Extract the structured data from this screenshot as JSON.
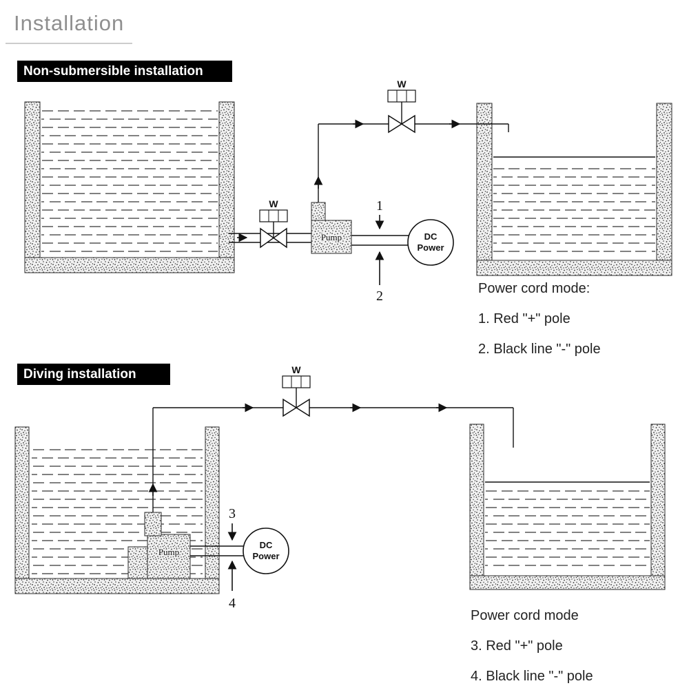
{
  "title": "Installation",
  "colors": {
    "background": "#ffffff",
    "title": "#8f8f8f",
    "label_bg": "#000000",
    "label_text": "#ffffff",
    "diagram_line": "#111111",
    "note_text": "#222222"
  },
  "sections": [
    {
      "label": "Non-submersible installation",
      "diagram": {
        "outlet_valve_label": "W",
        "inlet_valve_label": "W",
        "pump_label": "Pump",
        "power_label_line1": "DC",
        "power_label_line2": "Power",
        "wire_positive": "1",
        "wire_negative": "2"
      },
      "notes": {
        "heading": "Power cord mode:",
        "items": [
          "1. Red \"+\" pole",
          "2. Black line \"-\" pole"
        ]
      }
    },
    {
      "label": "Diving installation",
      "diagram": {
        "outlet_valve_label": "W",
        "pump_label": "Pump",
        "power_label_line1": "DC",
        "power_label_line2": "Power",
        "wire_positive": "3",
        "wire_negative": "4"
      },
      "notes": {
        "heading": "Power cord mode",
        "items": [
          "3. Red \"+\" pole",
          "4. Black line \"-\" pole"
        ]
      }
    }
  ]
}
